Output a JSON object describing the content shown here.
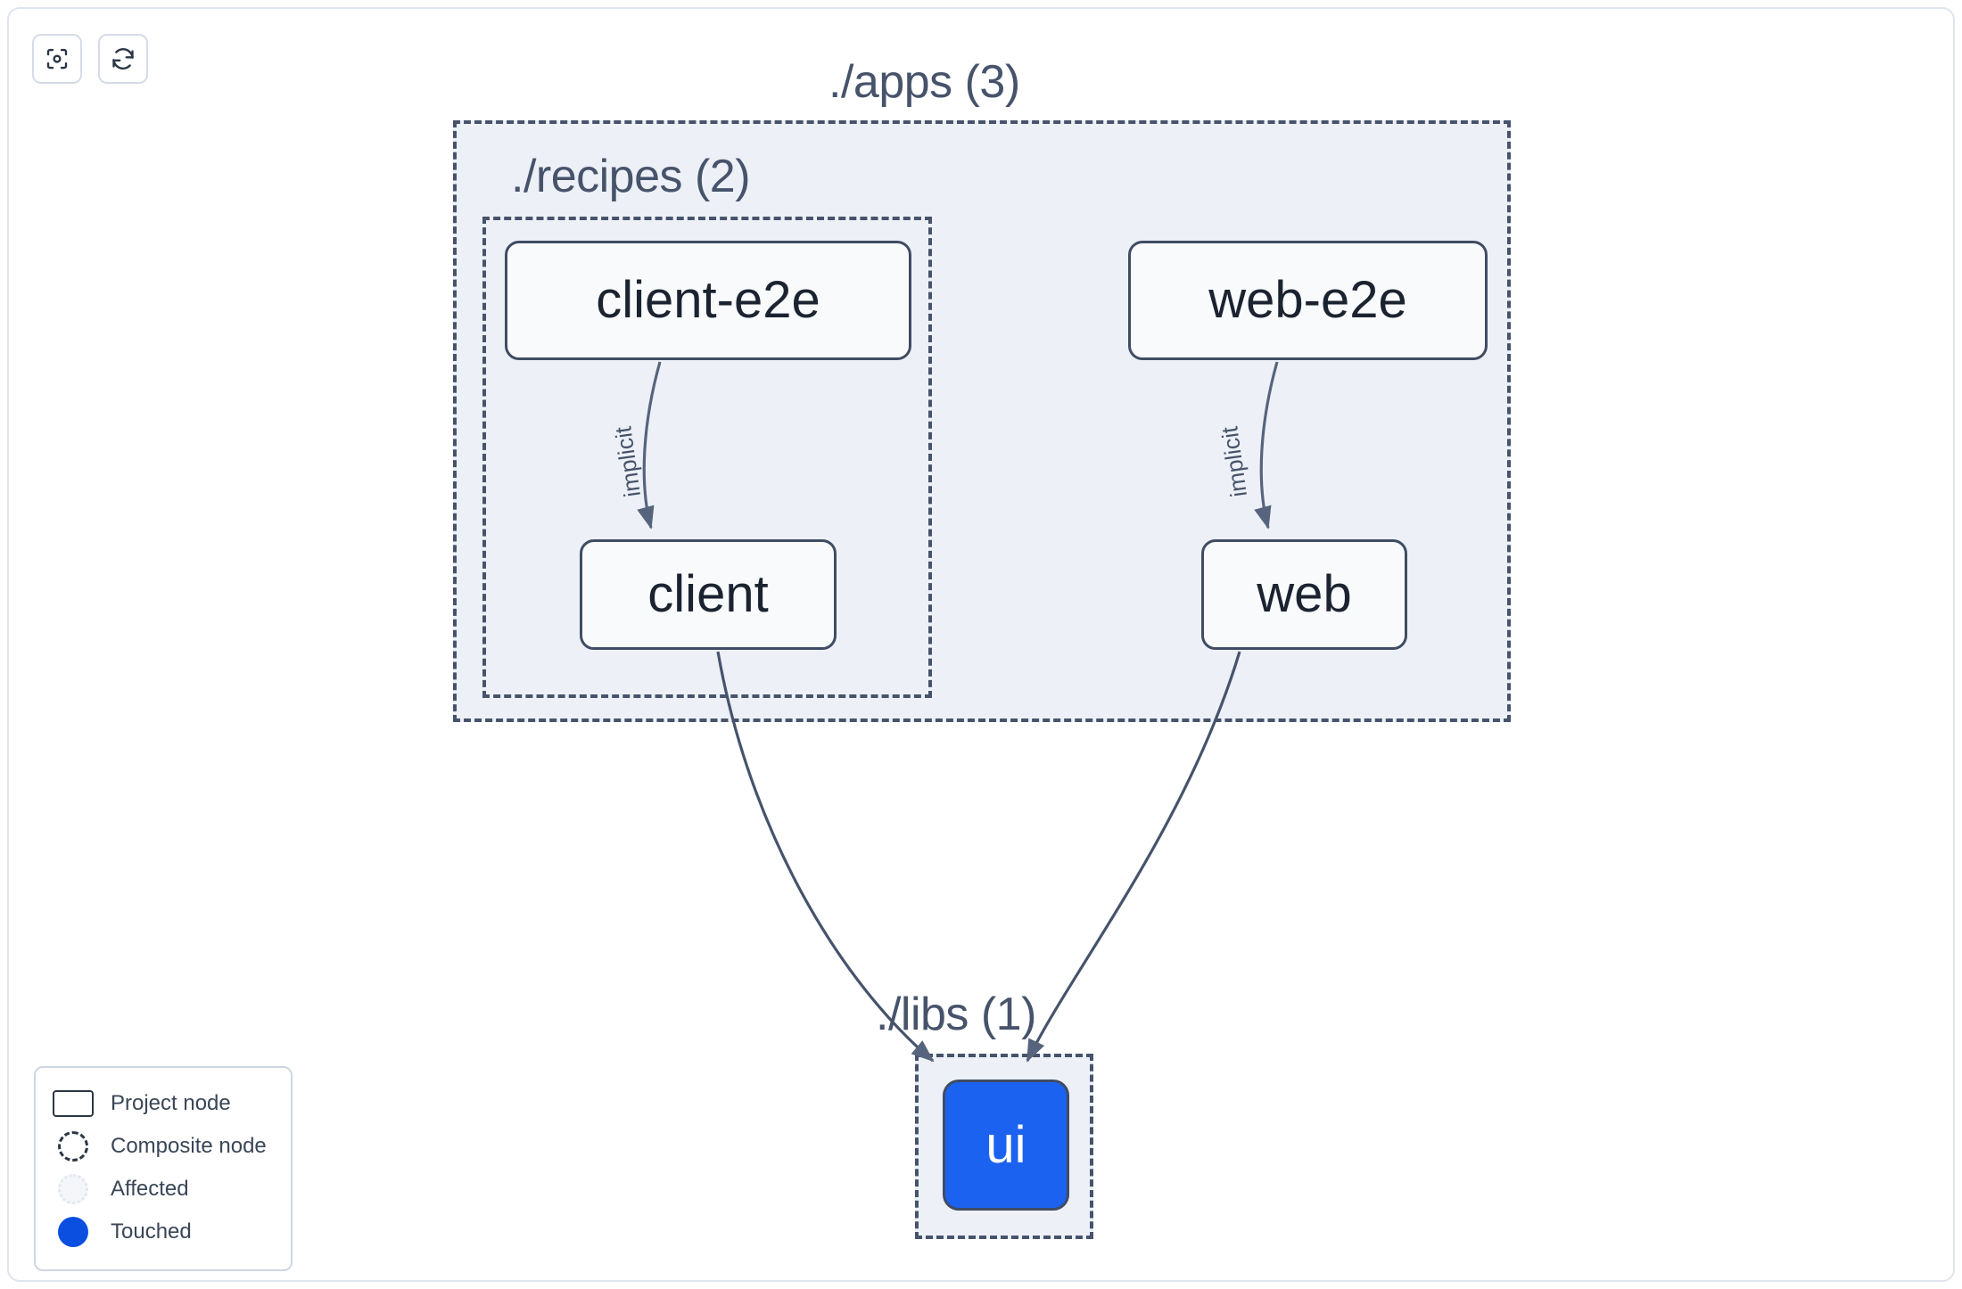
{
  "toolbar": {
    "buttons": [
      {
        "name": "focus-graph-button",
        "icon": "focus-target-icon",
        "label": ""
      },
      {
        "name": "refresh-graph-button",
        "icon": "refresh-icon",
        "label": ""
      }
    ]
  },
  "graph": {
    "groups": [
      {
        "id": "apps",
        "label": "./apps (3)",
        "count": 3,
        "kind": "composite"
      },
      {
        "id": "recipes",
        "label": "./recipes (2)",
        "count": 2,
        "kind": "composite"
      },
      {
        "id": "libs",
        "label": "./libs (1)",
        "count": 1,
        "kind": "composite"
      }
    ],
    "nodes": [
      {
        "id": "client-e2e",
        "label": "client-e2e",
        "group": "recipes",
        "state": "project"
      },
      {
        "id": "web-e2e",
        "label": "web-e2e",
        "group": "apps",
        "state": "project"
      },
      {
        "id": "client",
        "label": "client",
        "group": "recipes",
        "state": "project"
      },
      {
        "id": "web",
        "label": "web",
        "group": "apps",
        "state": "project"
      },
      {
        "id": "ui",
        "label": "ui",
        "group": "libs",
        "state": "touched"
      }
    ],
    "edges": [
      {
        "source": "client-e2e",
        "target": "client",
        "label": "implicit"
      },
      {
        "source": "web-e2e",
        "target": "web",
        "label": "implicit"
      },
      {
        "source": "client",
        "target": "ui",
        "label": ""
      },
      {
        "source": "web",
        "target": "ui",
        "label": ""
      }
    ]
  },
  "legend": {
    "items": [
      {
        "swatch": "project-node-swatch",
        "label": "Project node"
      },
      {
        "swatch": "composite-node-swatch",
        "label": "Composite node"
      },
      {
        "swatch": "affected-swatch",
        "label": "Affected"
      },
      {
        "swatch": "touched-swatch",
        "label": "Touched"
      }
    ]
  },
  "colors": {
    "touched": "#0b4fe0",
    "node_touched_fill": "#1c62f0",
    "group_fill": "#edf1f7",
    "group_border": "#46536b",
    "node_border": "#3f4c63",
    "edge": "#46536b",
    "canvas": "#ffffff"
  }
}
